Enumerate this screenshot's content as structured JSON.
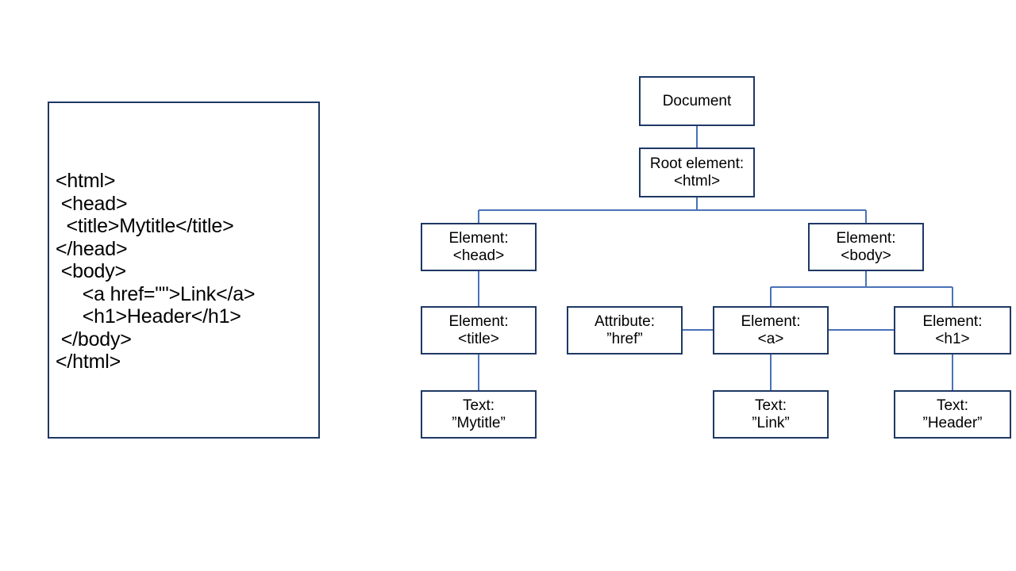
{
  "code_panel": {
    "lines": [
      "<html>",
      " <head>",
      "  <title>Mytitle</title>",
      "</head>",
      " <body>",
      "     <a href=\"\">Link</a>",
      "     <h1>Header</h1>",
      " </body>",
      "</html>"
    ]
  },
  "colors": {
    "box_border": "#1f3864",
    "connector": "#4a72b8",
    "background": "#ffffff",
    "text": "#000000"
  },
  "tree": {
    "nodes": {
      "document": {
        "line1": "Document",
        "line2": ""
      },
      "root_html": {
        "line1": "Root element:",
        "line2": "<html>"
      },
      "element_head": {
        "line1": "Element:",
        "line2": "<head>"
      },
      "element_body": {
        "line1": "Element:",
        "line2": "<body>"
      },
      "element_title": {
        "line1": "Element:",
        "line2": "<title>"
      },
      "attribute_href": {
        "line1": "Attribute:",
        "line2": "”href”"
      },
      "element_a": {
        "line1": "Element:",
        "line2": "<a>"
      },
      "element_h1": {
        "line1": "Element:",
        "line2": "<h1>"
      },
      "text_mytitle": {
        "line1": "Text:",
        "line2": "”Mytitle”"
      },
      "text_link": {
        "line1": "Text:",
        "line2": "”Link”"
      },
      "text_header": {
        "line1": "Text:",
        "line2": "”Header”"
      }
    }
  }
}
